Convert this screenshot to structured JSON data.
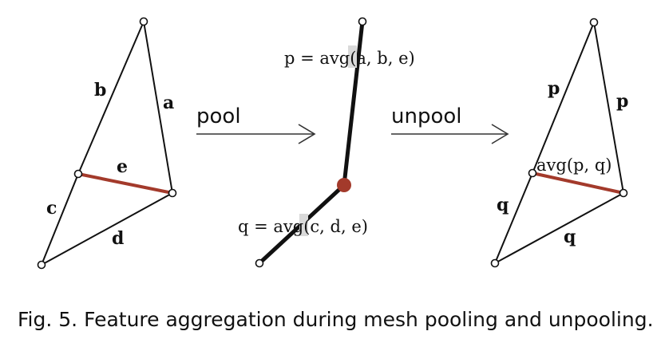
{
  "left_mesh": {
    "labels": {
      "a": "a",
      "b": "b",
      "c": "c",
      "d": "d",
      "e": "e"
    }
  },
  "pool_label": "pool",
  "middle": {
    "p_formula": "p = avg(a, b, e)",
    "q_formula": "q = avg(c, d, e)"
  },
  "unpool_label": "unpool",
  "right_mesh": {
    "labels": {
      "p_upper_left": "p",
      "p_upper_right": "p",
      "q_lower_left": "q",
      "q_bottom": "q",
      "center": "avg(p, q)"
    }
  },
  "caption": "Fig. 5.  Feature aggregation during mesh pooling and unpooling.",
  "colors": {
    "collapsed_edge": "#a33a2b",
    "stroke": "#111111"
  }
}
